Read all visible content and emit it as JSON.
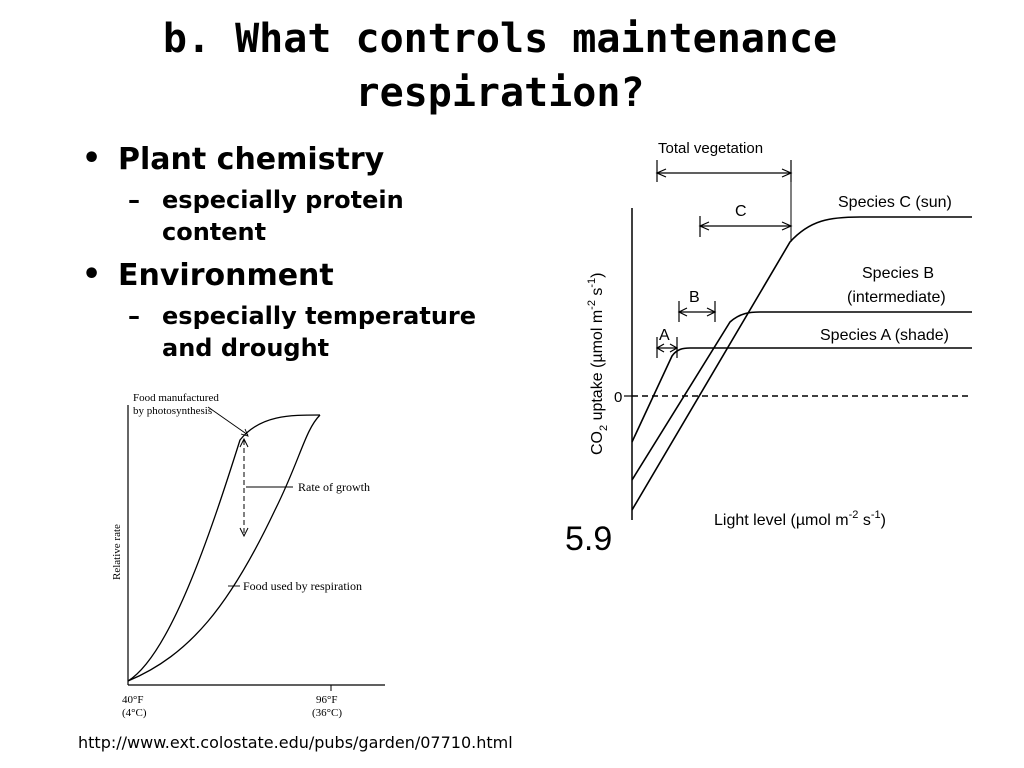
{
  "title": {
    "line1": "b. What controls maintenance",
    "line2": "respiration?"
  },
  "bullets": [
    {
      "text": "Plant chemistry",
      "sub": [
        "especially protein",
        "content"
      ]
    },
    {
      "text": "Environment",
      "sub": [
        "especially temperature",
        "and drought"
      ]
    }
  ],
  "left_figure": {
    "label_food_manufactured": [
      "Food manufactured",
      "by photosynthesis"
    ],
    "label_growth": "Rate of growth",
    "label_respiration": "Food used by respiration",
    "y_axis_label": "Relative rate",
    "x_tick_low": [
      "40°F",
      "(4°C)"
    ],
    "x_tick_high": [
      "96°F",
      "(36°C)"
    ]
  },
  "right_figure": {
    "total_vegetation": "Total vegetation",
    "bracket_c": "C",
    "bracket_b": "B",
    "bracket_a": "A",
    "species_c": "Species C (sun)",
    "species_b_line1": "Species B",
    "species_b_line2": "(intermediate)",
    "species_a": "Species A (shade)",
    "zero_label": "0",
    "y_label_main": "CO",
    "y_label_sub": "2",
    "y_label_rest": " uptake  (µmol m",
    "y_label_exp1": "-2",
    "y_label_s": " s",
    "y_label_exp2": "-1",
    "y_label_close": ")",
    "x_label_main": "Light level (µmol m",
    "x_label_exp1": "-2",
    "x_label_s": " s",
    "x_label_exp2": "-1",
    "x_label_close": ")"
  },
  "slide_number": "5.9",
  "source_url": "http://www.ext.colostate.edu/pubs/garden/07710.html"
}
